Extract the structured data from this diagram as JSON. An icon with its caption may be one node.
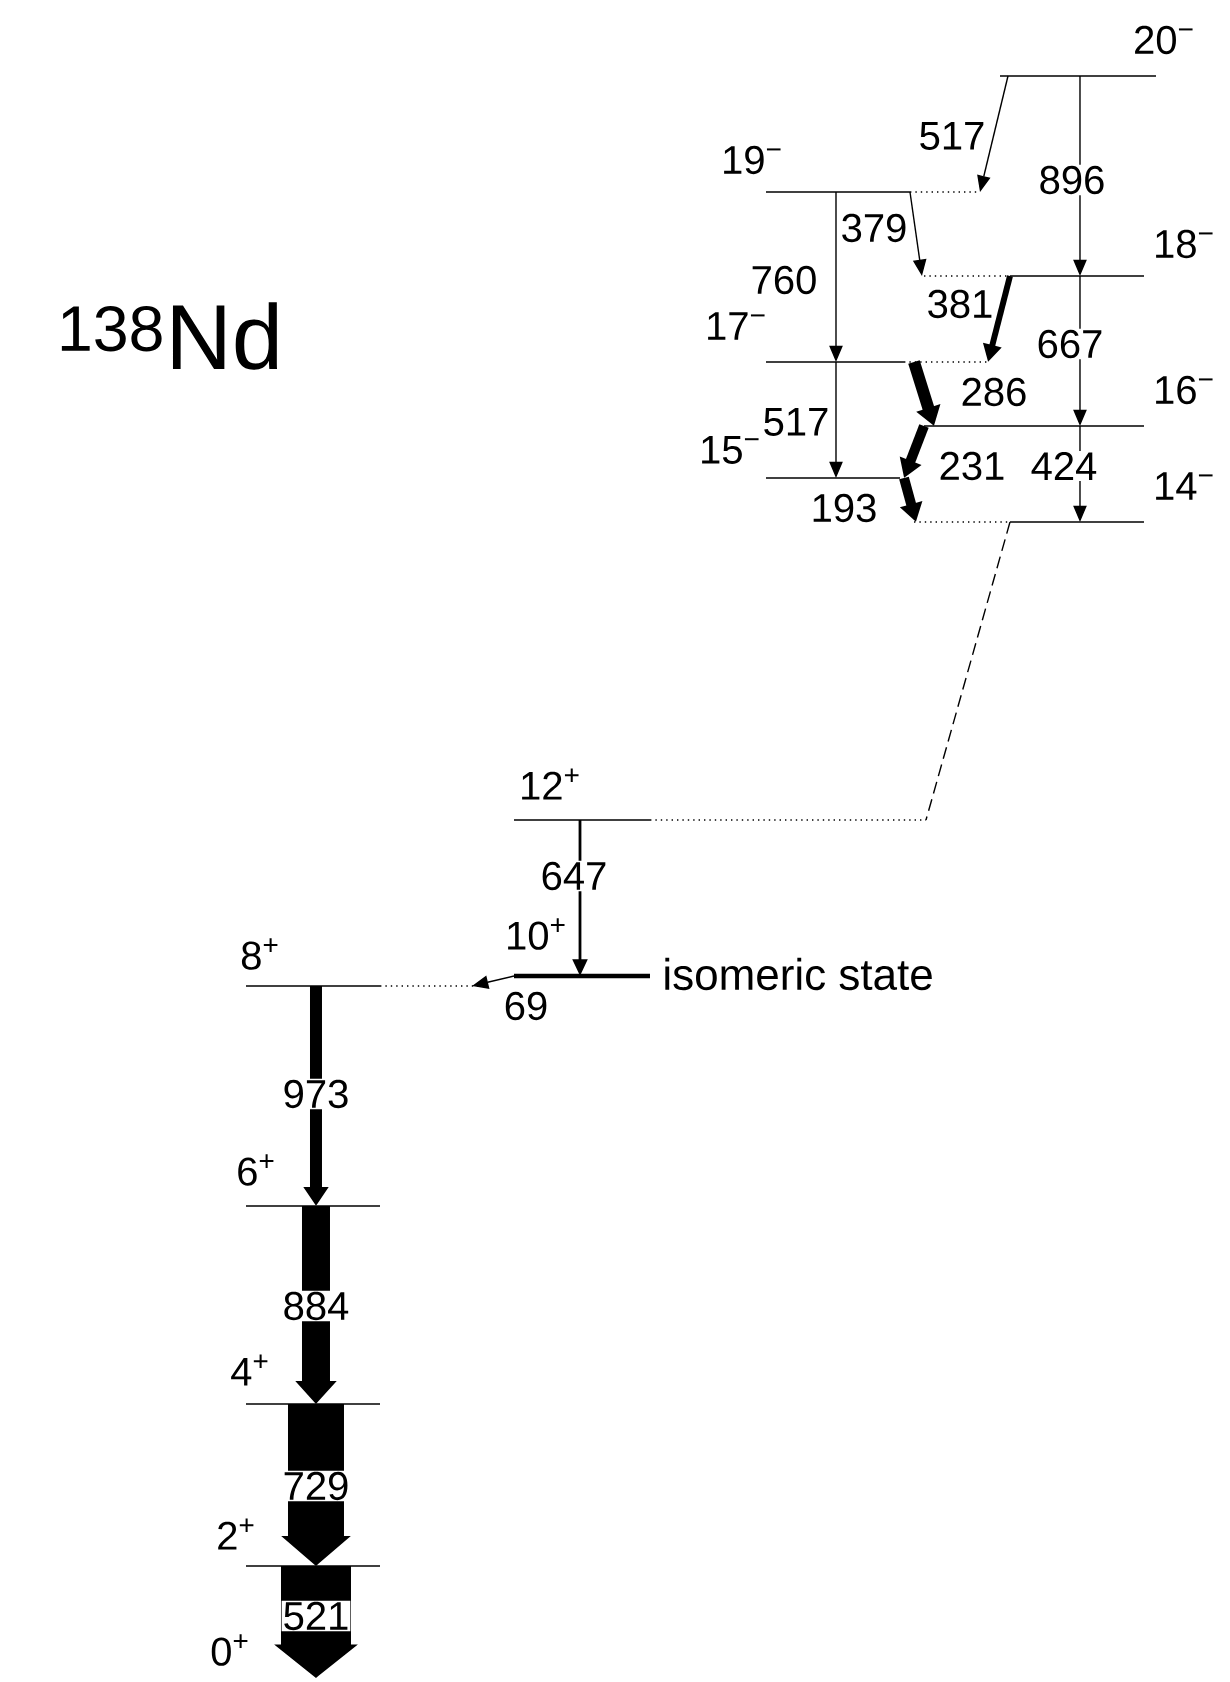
{
  "diagram": {
    "title": "$^{138}$Nd",
    "nodes": [
      {
        "text": [
          "20$^{−}$"
        ]
      },
      {
        "text": [
          "19$^{−}$"
        ]
      },
      {
        "text": [
          "18$^{−}$"
        ]
      },
      {
        "text": [
          "17$^{−}$"
        ]
      },
      {
        "text": [
          "16$^{−}$"
        ]
      },
      {
        "text": [
          "15$^{−}$"
        ]
      },
      {
        "text": [
          "14$^{−}$"
        ]
      },
      {
        "text": [
          "12$^{+}$"
        ]
      },
      {
        "text": [
          "10$^{+}$"
        ],
        "beside": [
          "isomeric state"
        ]
      },
      {
        "text": [
          "8$^{+}$"
        ]
      },
      {
        "text": [
          "6$^{+}$"
        ]
      },
      {
        "text": [
          "4$^{+}$"
        ]
      },
      {
        "text": [
          "2$^{+}$"
        ]
      },
      {
        "text": [
          "0$^{+}$"
        ]
      }
    ],
    "edges": [
      {
        "from": 0,
        "to": 1,
        "arrow": "to",
        "label": "517"
      },
      {
        "from": 0,
        "to": 2,
        "arrow": "to",
        "label": "896"
      },
      {
        "from": 1,
        "to": 2,
        "arrow": "to",
        "label": "379"
      },
      {
        "from": 1,
        "to": 3,
        "arrow": "to",
        "label": "760"
      },
      {
        "from": 2,
        "to": 3,
        "arrow": "to",
        "label": "381",
        "style": "thick"
      },
      {
        "from": 2,
        "to": 4,
        "arrow": "to",
        "label": "667"
      },
      {
        "from": 3,
        "to": 4,
        "arrow": "to",
        "label": "286",
        "style": "thick"
      },
      {
        "from": 3,
        "to": 5,
        "arrow": "to",
        "label": "517"
      },
      {
        "from": 4,
        "to": 5,
        "arrow": "to",
        "label": "231",
        "style": "thick"
      },
      {
        "from": 4,
        "to": 6,
        "arrow": "to",
        "label": "424"
      },
      {
        "from": 5,
        "to": 6,
        "arrow": "to",
        "label": "193",
        "style": "thick"
      },
      {
        "from": 6,
        "to": 7,
        "arrow": "none",
        "style": "dashed"
      },
      {
        "from": 7,
        "to": 8,
        "arrow": "to",
        "label": "647"
      },
      {
        "from": 8,
        "to": 9,
        "arrow": "to",
        "label": "69"
      },
      {
        "from": 9,
        "to": 10,
        "arrow": "to",
        "label": "973",
        "style": "thick"
      },
      {
        "from": 10,
        "to": 11,
        "arrow": "to",
        "label": "884",
        "style": "thick"
      },
      {
        "from": 11,
        "to": 12,
        "arrow": "to",
        "label": "729",
        "style": "thick"
      },
      {
        "from": 12,
        "to": 13,
        "arrow": "to",
        "label": "521",
        "style": "thick"
      }
    ]
  }
}
